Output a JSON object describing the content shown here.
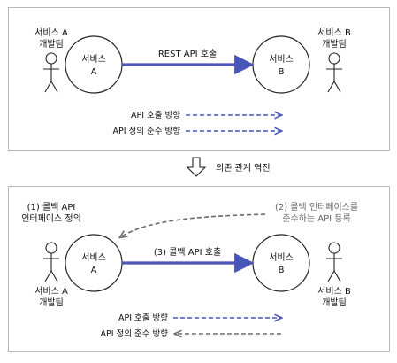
{
  "colors": {
    "panel_border": "#b8b8b8",
    "arrow_blue": "#4a55b8",
    "arrow_blue_dash": "#4a55b8",
    "arrow_grey": "#6a6a6a",
    "line": "#222222"
  },
  "top": {
    "left_team": [
      "서비스 A",
      "개발팀"
    ],
    "right_team": [
      "서비스 B",
      "개발팀"
    ],
    "service_a": [
      "서비스",
      "A"
    ],
    "service_b": [
      "서비스",
      "B"
    ],
    "call_label": "REST API 호출",
    "legend": [
      {
        "label": "API 호출 방향",
        "direction": "right"
      },
      {
        "label": "API 정의 준수 방향",
        "direction": "right"
      }
    ]
  },
  "middle": {
    "label": "의존 관계 역전",
    "icon": "down-arrow-icon"
  },
  "bottom": {
    "note_left": [
      "(1) 콜백 API",
      "인터페이스 정의"
    ],
    "note_right": [
      "(2) 콜백 인터페이스를",
      "준수하는 API 등록"
    ],
    "service_a": [
      "서비스",
      "A"
    ],
    "service_b": [
      "서비스",
      "B"
    ],
    "call_label": "(3) 콜백 API 호출",
    "left_team": [
      "서비스 A",
      "개발팀"
    ],
    "right_team": [
      "서비스 B",
      "개발팀"
    ],
    "legend": [
      {
        "label": "API 호출 방향",
        "direction": "right"
      },
      {
        "label": "API 정의 준수 방향",
        "direction": "left"
      }
    ]
  }
}
